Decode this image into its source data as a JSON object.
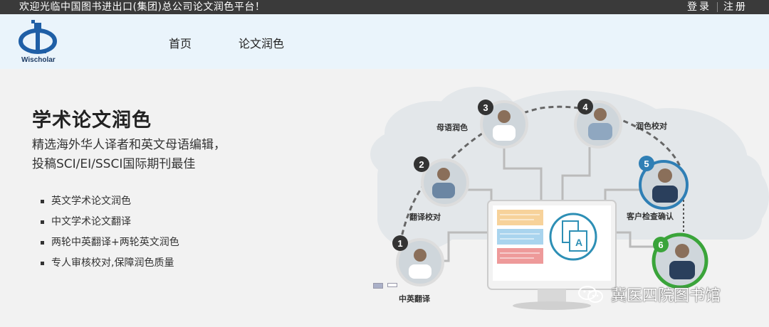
{
  "topbar": {
    "welcome": "欢迎光临中国图书进出口(集团)总公司论文润色平台！",
    "login": "登录",
    "register": "注册"
  },
  "nav": {
    "logo_text": "Wischolar",
    "items": [
      "首页",
      "论文润色"
    ]
  },
  "hero": {
    "title": "学术论文润色",
    "subtitle_line1": "精选海外华人译者和英文母语编辑，",
    "subtitle_line2": "投稿SCI/EI/SSCI国际期刊最佳",
    "features": [
      "英文学术论文润色",
      "中文学术论文翻译",
      "两轮中英翻译+两轮英文润色",
      "专人审核校对,保障润色质量"
    ]
  },
  "illustration": {
    "steps": [
      {
        "num": "1",
        "label": "中英翻译"
      },
      {
        "num": "2",
        "label": "翻译校对"
      },
      {
        "num": "3",
        "label": "母语润色"
      },
      {
        "num": "4",
        "label": "润色校对"
      },
      {
        "num": "5",
        "label": "客户检查确认"
      },
      {
        "num": "6",
        "label": ""
      }
    ]
  },
  "watermark": "冀医四院图书馆",
  "colors": {
    "topbar": "#3a3a3a",
    "navbar": "#eaf4fb",
    "accent_blue": "#2f7fb5",
    "accent_green": "#3aa43a",
    "badge": "#333333"
  }
}
